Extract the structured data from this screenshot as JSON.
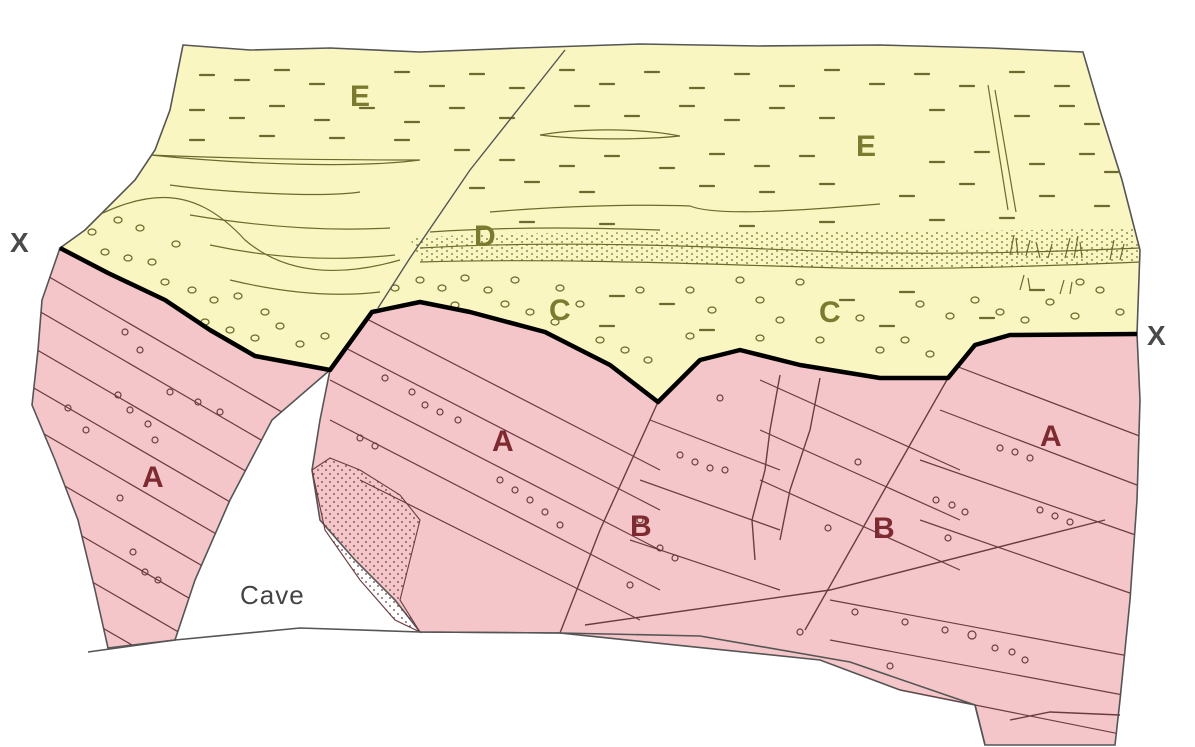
{
  "diagram": {
    "colors": {
      "bedrock_fill": "#f4c6c9",
      "sediment_fill": "#faf6c2",
      "outline": "#555555",
      "unconformity_line": "#000000",
      "bedding_line": "#6b3b40",
      "sediment_mark": "#6c6a2c",
      "rock_label": "#7d2a30",
      "sediment_label": "#7b7a2e"
    },
    "marker_left": "X",
    "marker_right": "X",
    "cave_label": "Cave",
    "labels": {
      "e_left": "E",
      "e_right": "E",
      "d": "D",
      "c_left": "C",
      "c_right": "C",
      "a_left": "A",
      "a_middle": "A",
      "a_right": "A",
      "b_left": "B",
      "b_right": "B"
    }
  }
}
